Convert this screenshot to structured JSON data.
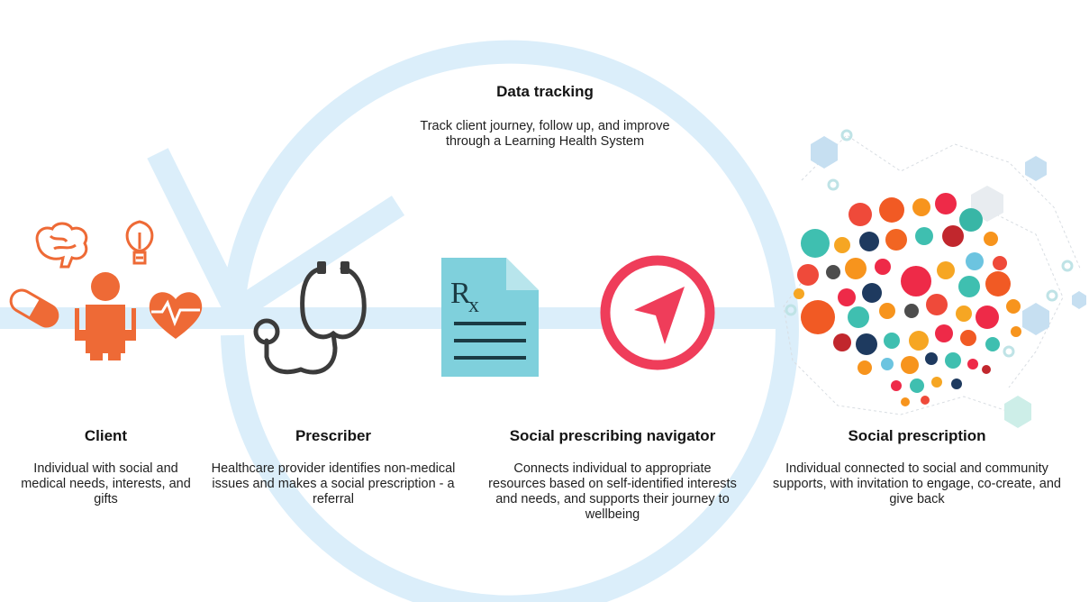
{
  "colors": {
    "cycle": "#dbeefa",
    "client": "#ee6a36",
    "stethoscope": "#3b3b3b",
    "rx_paper": "#7fd0dc",
    "rx_fold": "#b8e5ec",
    "navigator": "#ef3d5a",
    "text": "#1b1b1b"
  },
  "icons": {
    "client": "person-with-brain-lightbulb-pill-heart-icon",
    "prescriber": "stethoscope-icon",
    "prescription": "rx-document-icon",
    "navigator": "compass-arrow-icon",
    "social": "colorful-brain-network-icon"
  },
  "data_tracking": {
    "title": "Data tracking",
    "description": "Track client journey, follow up, and improve through a Learning Health System"
  },
  "steps": [
    {
      "title": "Client",
      "description": "Individual with social and medical needs, interests, and gifts"
    },
    {
      "title": "Prescriber",
      "description": "Healthcare provider identifies non-medical issues and makes a social prescription - a referral"
    },
    {
      "title": "Social prescribing navigator",
      "description": "Connects individual to appropriate resources based on self-identified interests and needs, and supports their journey to wellbeing"
    },
    {
      "title": "Social prescription",
      "description": "Individual connected to social and community supports, with invitation to engage, co-create, and give back"
    }
  ]
}
